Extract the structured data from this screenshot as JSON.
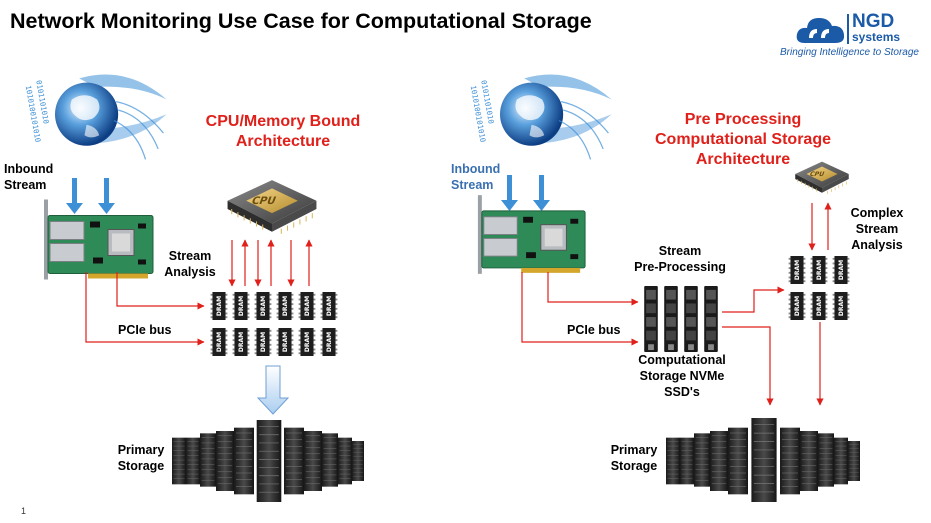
{
  "title": "Network Monitoring Use Case for Computational Storage",
  "logo": {
    "name_line1": "NGD",
    "name_line2": "systems",
    "tagline": "Bringing Intelligence to Storage"
  },
  "left": {
    "heading_line1": "CPU/Memory Bound",
    "heading_line2": "Architecture",
    "inbound_line1": "Inbound",
    "inbound_line2": "Stream",
    "analysis_line1": "Stream",
    "analysis_line2": "Analysis",
    "pcie": "PCIe bus",
    "storage_line1": "Primary",
    "storage_line2": "Storage",
    "cpu_label": "CPU",
    "dram_label": "DRAM"
  },
  "right": {
    "heading_line1": "Pre Processing",
    "heading_line2": "Computational Storage",
    "heading_line3": "Architecture",
    "inbound_line1": "Inbound",
    "inbound_line2": "Stream",
    "preproc_line1": "Stream",
    "preproc_line2": "Pre-Processing",
    "pcie": "PCIe bus",
    "css_line1": "Computational",
    "css_line2": "Storage NVMe",
    "css_line3": "SSD's",
    "complex_line1": "Complex",
    "complex_line2": "Stream",
    "complex_line3": "Analysis",
    "storage_line1": "Primary",
    "storage_line2": "Storage",
    "cpu_label": "CPU",
    "dram_label": "DRAM"
  },
  "page_number": "1",
  "colors": {
    "accent_red": "#e0201a",
    "arrow_blue": "#3d8fd6",
    "logo_blue": "#1b5aa7"
  },
  "icons": [
    "globe-icon",
    "network-card-icon",
    "cpu-chip-icon",
    "dram-chip-icon",
    "ssd-icon",
    "server-rack-icon"
  ]
}
